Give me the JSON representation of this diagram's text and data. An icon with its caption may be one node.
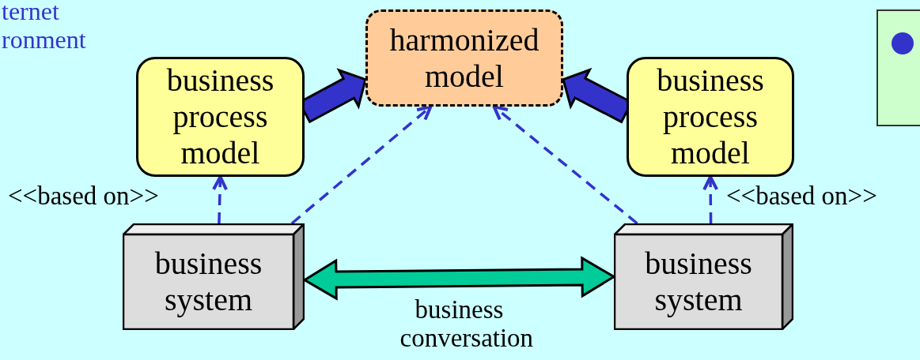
{
  "diagram": {
    "nodes": [
      {
        "text": [
          "harmonized model"
        ]
      },
      {
        "text": [
          "business process model"
        ]
      },
      {
        "text": [
          "business process model"
        ]
      },
      {
        "text": [
          "business system"
        ]
      },
      {
        "text": [
          "business system"
        ]
      }
    ],
    "edges": [
      {
        "from": 3,
        "to": 1,
        "arrow": "to",
        "style": "dashed",
        "label": "<<based on>>"
      },
      {
        "from": 3,
        "to": 0,
        "arrow": "to",
        "style": "dashed"
      },
      {
        "from": 4,
        "to": 0,
        "arrow": "to",
        "style": "dashed"
      },
      {
        "from": 4,
        "to": 2,
        "arrow": "to",
        "style": "dashed",
        "label": "<<based on>>"
      },
      {
        "from": 3,
        "to": 4,
        "arrow": "both",
        "style": "thick",
        "color": "#00cc99",
        "label": "business conversation"
      },
      {
        "from": 1,
        "to": 0,
        "arrow": "to",
        "style": "thick"
      },
      {
        "from": 2,
        "to": 0,
        "arrow": "to",
        "style": "thick"
      }
    ],
    "labels": [
      "ternet ronment"
    ]
  }
}
